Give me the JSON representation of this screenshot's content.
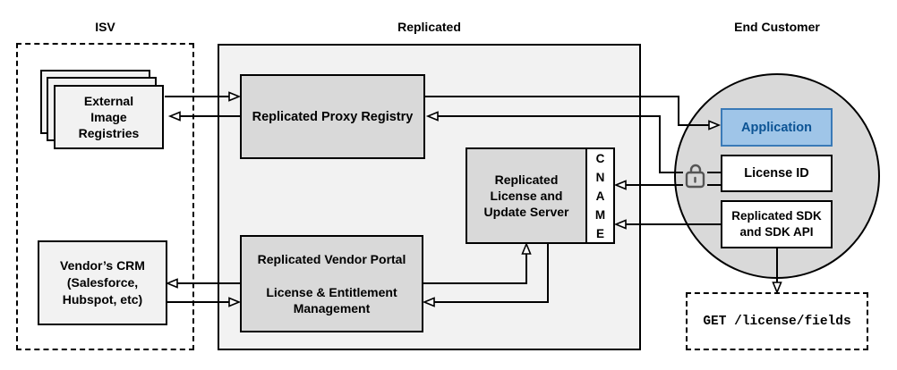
{
  "headers": {
    "isv": "ISV",
    "replicated": "Replicated",
    "end_customer": "End Customer"
  },
  "isv": {
    "external_registries_label": "External\nImage\nRegistries",
    "vendor_crm_label": "Vendor’s CRM\n(Salesforce,\nHubspot, etc)"
  },
  "replicated": {
    "proxy_registry_label": "Replicated Proxy Registry",
    "license_update_server_label": "Replicated\nLicense and\nUpdate Server",
    "cname_label": "C\nN\nA\nM\nE",
    "vendor_portal_label": "Replicated Vendor Portal\n\nLicense & Entitlement\nManagement"
  },
  "end_customer": {
    "application_label": "Application",
    "license_id_label": "License ID",
    "sdk_label": "Replicated SDK\nand SDK API",
    "api_request_label": "GET /license/fields"
  },
  "icons": {
    "lock": "open-lock-icon"
  },
  "colors": {
    "outer_frame_fill": "#f2f2f2",
    "component_fill": "#d9d9d9",
    "application_fill": "#9fc5e8",
    "application_border": "#3a7ab7",
    "application_text": "#0b5394",
    "line": "#000000",
    "lock_icon": "#555555"
  }
}
